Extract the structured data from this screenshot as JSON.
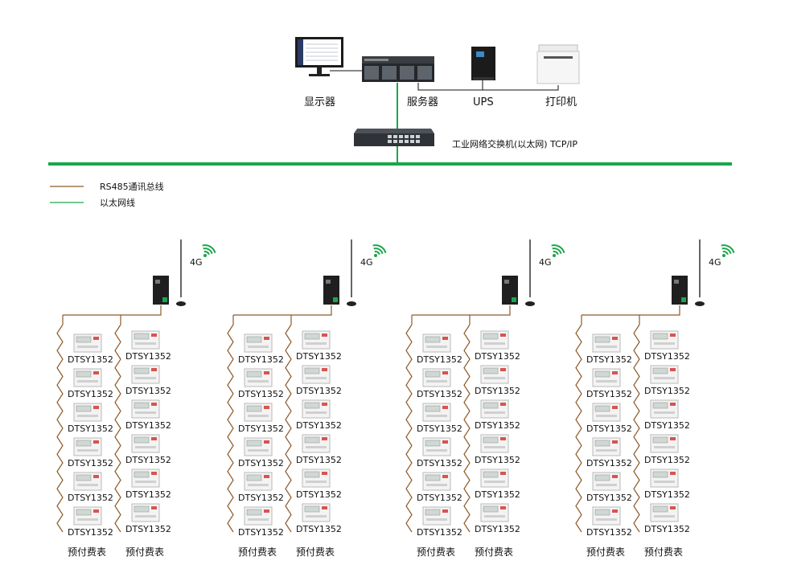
{
  "top": {
    "monitor_label": "显示器",
    "server_label": "服务器",
    "ups_label": "UPS",
    "printer_label": "打印机",
    "switch_label": "工业网络交换机(以太网) TCP/IP"
  },
  "legend": {
    "rs485_label": "RS485通讯总线",
    "ethernet_label": "以太网线",
    "rs485_color": "#8b5a2b",
    "ethernet_color": "#1aa64a"
  },
  "colors": {
    "ethernet": "#1aa64a",
    "rs485": "#8b5a2b",
    "wifi": "#1aa64a"
  },
  "groups": [
    {
      "signal_label": "4G",
      "left_column": [
        "DTSY1352",
        "DTSY1352",
        "DTSY1352",
        "DTSY1352",
        "DTSY1352",
        "DTSY1352"
      ],
      "right_column": [
        "DTSY1352",
        "DTSY1352",
        "DTSY1352",
        "DTSY1352",
        "DTSY1352",
        "DTSY1352"
      ],
      "left_footer": "预付费表",
      "right_footer": "预付费表"
    },
    {
      "signal_label": "4G",
      "left_column": [
        "DTSY1352",
        "DTSY1352",
        "DTSY1352",
        "DTSY1352",
        "DTSY1352",
        "DTSY1352"
      ],
      "right_column": [
        "DTSY1352",
        "DTSY1352",
        "DTSY1352",
        "DTSY1352",
        "DTSY1352",
        "DTSY1352"
      ],
      "left_footer": "预付费表",
      "right_footer": "预付费表"
    },
    {
      "signal_label": "4G",
      "left_column": [
        "DTSY1352",
        "DTSY1352",
        "DTSY1352",
        "DTSY1352",
        "DTSY1352",
        "DTSY1352"
      ],
      "right_column": [
        "DTSY1352",
        "DTSY1352",
        "DTSY1352",
        "DTSY1352",
        "DTSY1352",
        "DTSY1352"
      ],
      "left_footer": "预付费表",
      "right_footer": "预付费表"
    },
    {
      "signal_label": "4G",
      "left_column": [
        "DTSY1352",
        "DTSY1352",
        "DTSY1352",
        "DTSY1352",
        "DTSY1352",
        "DTSY1352"
      ],
      "right_column": [
        "DTSY1352",
        "DTSY1352",
        "DTSY1352",
        "DTSY1352",
        "DTSY1352",
        "DTSY1352"
      ],
      "left_footer": "预付费表",
      "right_footer": "预付费表"
    }
  ]
}
